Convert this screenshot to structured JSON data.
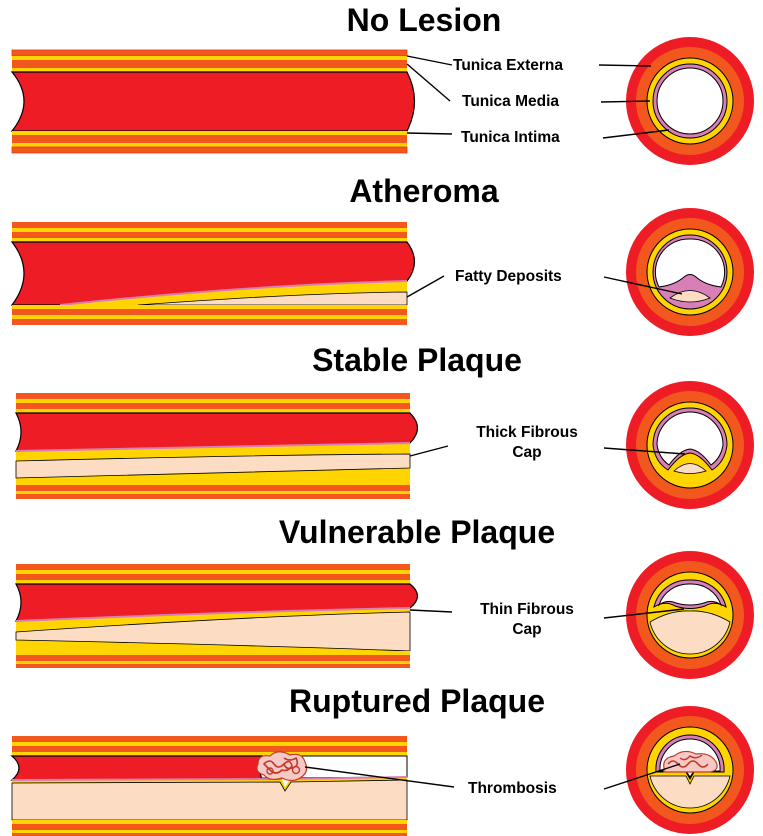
{
  "stages": [
    {
      "title": "No Lesion"
    },
    {
      "title": "Atheroma"
    },
    {
      "title": "Stable Plaque"
    },
    {
      "title": "Vulnerable Plaque"
    },
    {
      "title": "Ruptured Plaque"
    }
  ],
  "labels": {
    "tunica_externa": "Tunica Externa",
    "tunica_media": "Tunica Media",
    "tunica_intima": "Tunica Intima",
    "fatty_deposits": "Fatty Deposits",
    "thick_fibrous_cap_1": "Thick Fibrous",
    "thick_fibrous_cap_2": "Cap",
    "thin_fibrous_cap_1": "Thin Fibrous",
    "thin_fibrous_cap_2": "Cap",
    "thrombosis": "Thrombosis"
  },
  "colors": {
    "externa": "#f2581e",
    "media": "#ffd400",
    "intima": "#ffffff",
    "blood": "#ee1c24",
    "endothelium": "#d97fb8",
    "plaque": "#fcdcc2",
    "cap": "#ffef00"
  }
}
